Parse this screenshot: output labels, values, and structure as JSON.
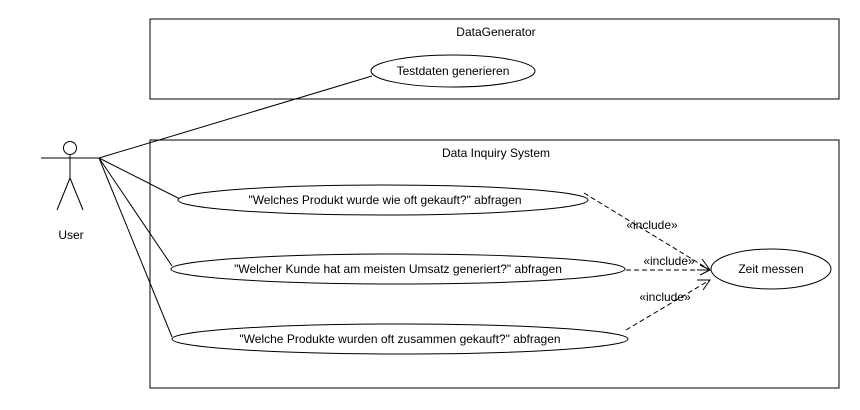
{
  "systems": {
    "generator": {
      "title": "DataGenerator"
    },
    "inquiry": {
      "title": "Data Inquiry System"
    }
  },
  "actor": {
    "name": "User"
  },
  "use_cases": {
    "testdaten": "Testdaten generieren",
    "produkt": "\"Welches Produkt wurde wie oft gekauft?\" abfragen",
    "kunde": "\"Welcher Kunde hat am meisten Umsatz generiert?\" abfragen",
    "zusammen": "\"Welche Produkte wurden oft zusammen gekauft?\" abfragen",
    "zeit": "Zeit messen"
  },
  "relations": {
    "include_1": "«include»",
    "include_2": "«include»",
    "include_3": "«include»"
  }
}
